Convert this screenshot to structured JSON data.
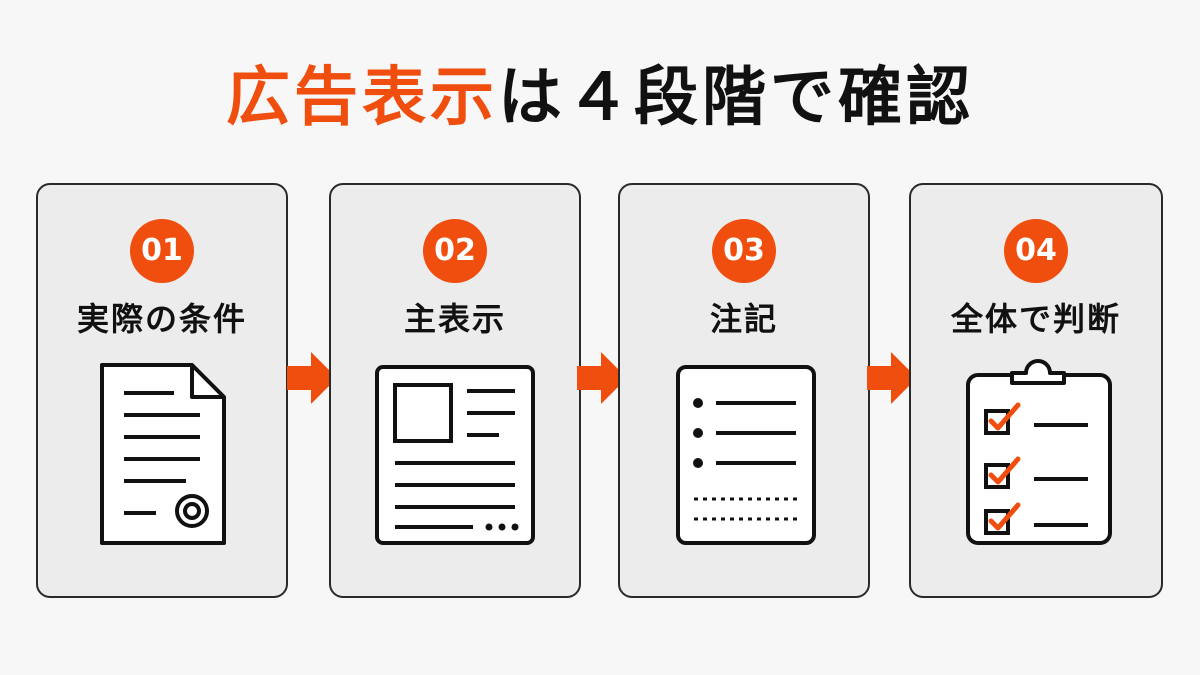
{
  "title": {
    "highlight": "広告表示",
    "rest": "は４段階で確認"
  },
  "steps": [
    {
      "number": "01",
      "label": "実際の条件"
    },
    {
      "number": "02",
      "label": "主表示"
    },
    {
      "number": "03",
      "label": "注記"
    },
    {
      "number": "04",
      "label": "全体で判断"
    }
  ],
  "colors": {
    "accent": "#f04e0e",
    "text": "#111111",
    "card": "#ececec",
    "background": "#f7f7f7"
  },
  "icons": [
    "contract-document-icon",
    "layout-page-icon",
    "bullet-list-notes-icon",
    "checklist-clipboard-icon"
  ]
}
